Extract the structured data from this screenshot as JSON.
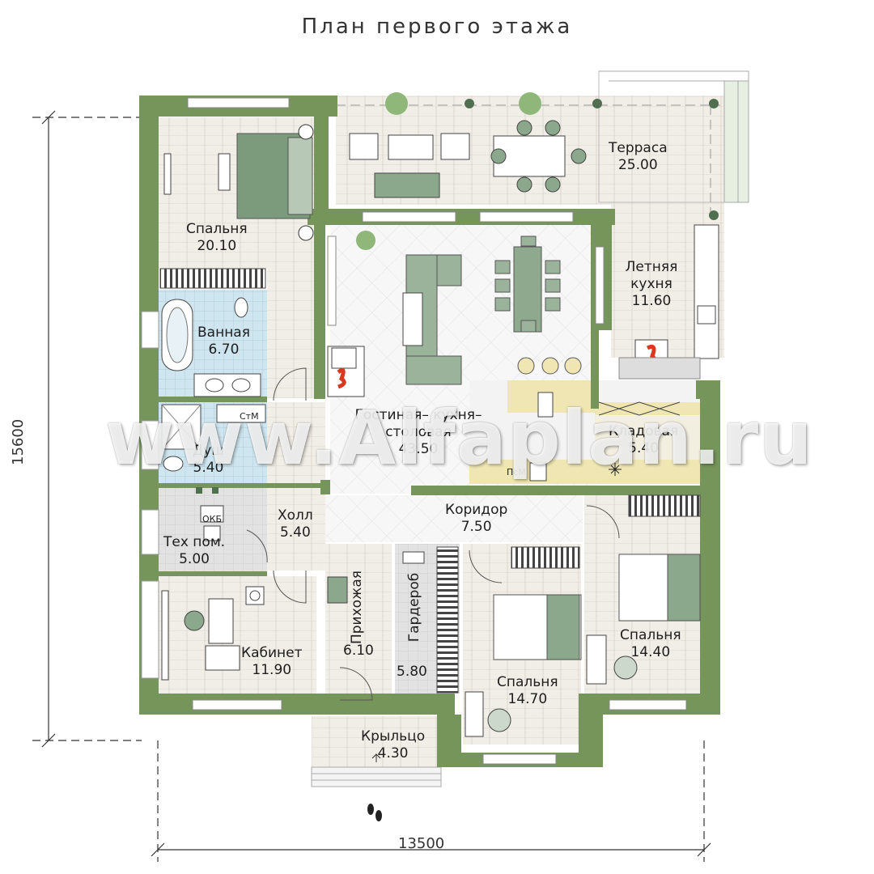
{
  "title": "План первого этажа",
  "colors": {
    "wall": "#76955a",
    "wall_dark": "#5b7545",
    "floor_tile": "#ece7e0",
    "floor_grey": "#e4e4e4",
    "bath_blue": "#c7e0ec",
    "kitchen_yellow": "#efe6b4",
    "furniture": "#8ca88c"
  },
  "dimensions": {
    "height": "15600",
    "width": "13500"
  },
  "rooms": [
    {
      "name": "Спальня",
      "area": "20.10"
    },
    {
      "name": "Терраса",
      "area": "25.00"
    },
    {
      "name": "Летняя кухня",
      "area": "11.60"
    },
    {
      "name": "Ванная",
      "area": "6.70"
    },
    {
      "name": "Гостиная– кухня– столовая",
      "area": "43.50"
    },
    {
      "name": "Кладовая",
      "area": "5.40"
    },
    {
      "name": "Душ",
      "area": "5.40"
    },
    {
      "name": "Холл",
      "area": "5.40"
    },
    {
      "name": "Коридор",
      "area": "7.50"
    },
    {
      "name": "Тех пом.",
      "area": "5.00"
    },
    {
      "name": "Прихожая",
      "area": "6.10"
    },
    {
      "name": "Гардероб",
      "area": "5.80"
    },
    {
      "name": "Кабинет",
      "area": "11.90"
    },
    {
      "name": "Спальня",
      "area": "14.70"
    },
    {
      "name": "Спальня",
      "area": "14.40"
    },
    {
      "name": "Крыльцо",
      "area": "4.30"
    }
  ],
  "fixtures": {
    "stm": "СтМ",
    "psm": "ПсМ",
    "okb": "ОКБ"
  },
  "watermark": "www.Alfaplan.ru"
}
